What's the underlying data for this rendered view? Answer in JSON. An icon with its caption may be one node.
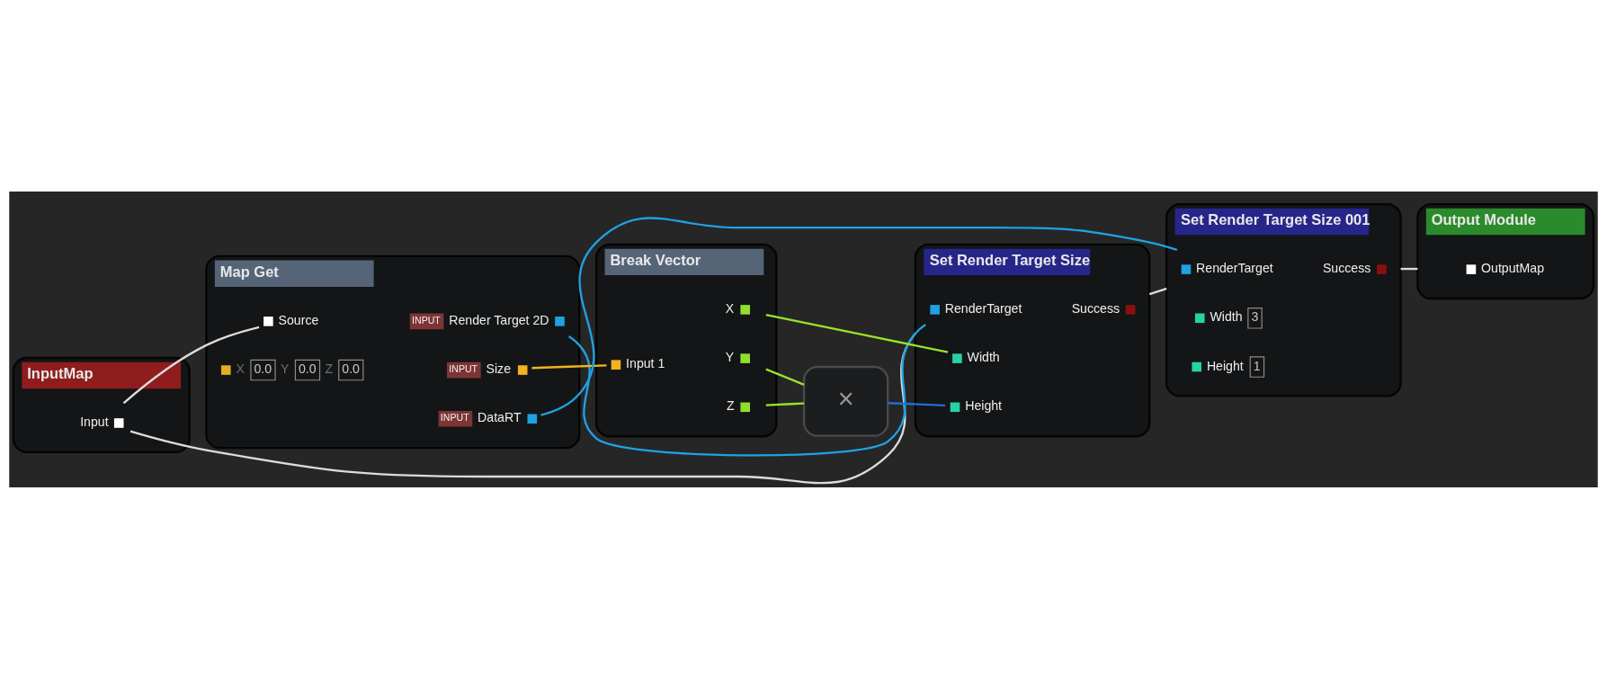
{
  "diagram": {
    "nodes": [
      {
        "text": [
          "InputMap"
        ]
      },
      {
        "text": [
          "Input"
        ],
        "in": 0
      },
      {
        "text": [
          "Map Get"
        ]
      },
      {
        "text": [
          "Source"
        ],
        "in": 2
      },
      {
        "text": [
          "INPUT",
          "Render Target 2D"
        ],
        "in": 2
      },
      {
        "text": [
          "X",
          "0.0",
          "Y",
          "0.0",
          "Z",
          "0.0"
        ],
        "in": 2
      },
      {
        "text": [
          "INPUT",
          "Size"
        ],
        "in": 2
      },
      {
        "text": [
          "INPUT",
          "DataRT"
        ],
        "in": 2
      },
      {
        "text": [
          "Set Render Target Size"
        ]
      },
      {
        "text": [
          "RenderTarget"
        ],
        "in": 8
      },
      {
        "text": [
          "Success"
        ],
        "in": 8
      },
      {
        "text": [
          "Width"
        ],
        "in": 8
      },
      {
        "text": [
          "Height"
        ],
        "in": 8
      },
      {
        "text": [
          "Set Render Target Size 001"
        ]
      },
      {
        "text": [
          "RenderTarget"
        ],
        "in": 13
      },
      {
        "text": [
          "Success"
        ],
        "in": 13
      },
      {
        "text": [
          "Width",
          "3"
        ],
        "in": 13
      },
      {
        "text": [
          "Height",
          "1"
        ],
        "in": 13
      },
      {
        "text": [
          "Output Module"
        ]
      },
      {
        "text": [
          "OutputMap"
        ],
        "in": 18
      },
      {
        "text": [
          "Break Vector"
        ]
      },
      {
        "text": [
          "Input 1"
        ],
        "in": 20
      },
      {
        "text": [
          "X"
        ],
        "in": 20
      },
      {
        "text": [
          "Y"
        ],
        "in": 20
      },
      {
        "text": [
          "Z"
        ],
        "in": 20
      },
      {
        "text": [
          "×"
        ]
      }
    ],
    "edges": [
      {
        "from": 1,
        "to": 3,
        "arrow": "none"
      },
      {
        "from": 1,
        "to": 8,
        "arrow": "none"
      },
      {
        "from": 4,
        "to": 9,
        "arrow": "none",
        "color": "#1ea2e2"
      },
      {
        "from": 6,
        "to": 21,
        "arrow": "none",
        "color": "#f2b31f"
      },
      {
        "from": 7,
        "to": 14,
        "arrow": "none",
        "color": "#1ea2e2"
      },
      {
        "from": 22,
        "to": 11,
        "arrow": "none",
        "color": "#9be22d"
      },
      {
        "from": 23,
        "to": 25,
        "arrow": "none",
        "color": "#9be22d"
      },
      {
        "from": 24,
        "to": 25,
        "arrow": "none",
        "color": "#9be22d"
      },
      {
        "from": 25,
        "to": 12,
        "arrow": "none",
        "color": "#1f6fd2"
      },
      {
        "from": 8,
        "to": 13,
        "arrow": "none"
      },
      {
        "from": 13,
        "to": 18,
        "arrow": "none"
      }
    ]
  }
}
